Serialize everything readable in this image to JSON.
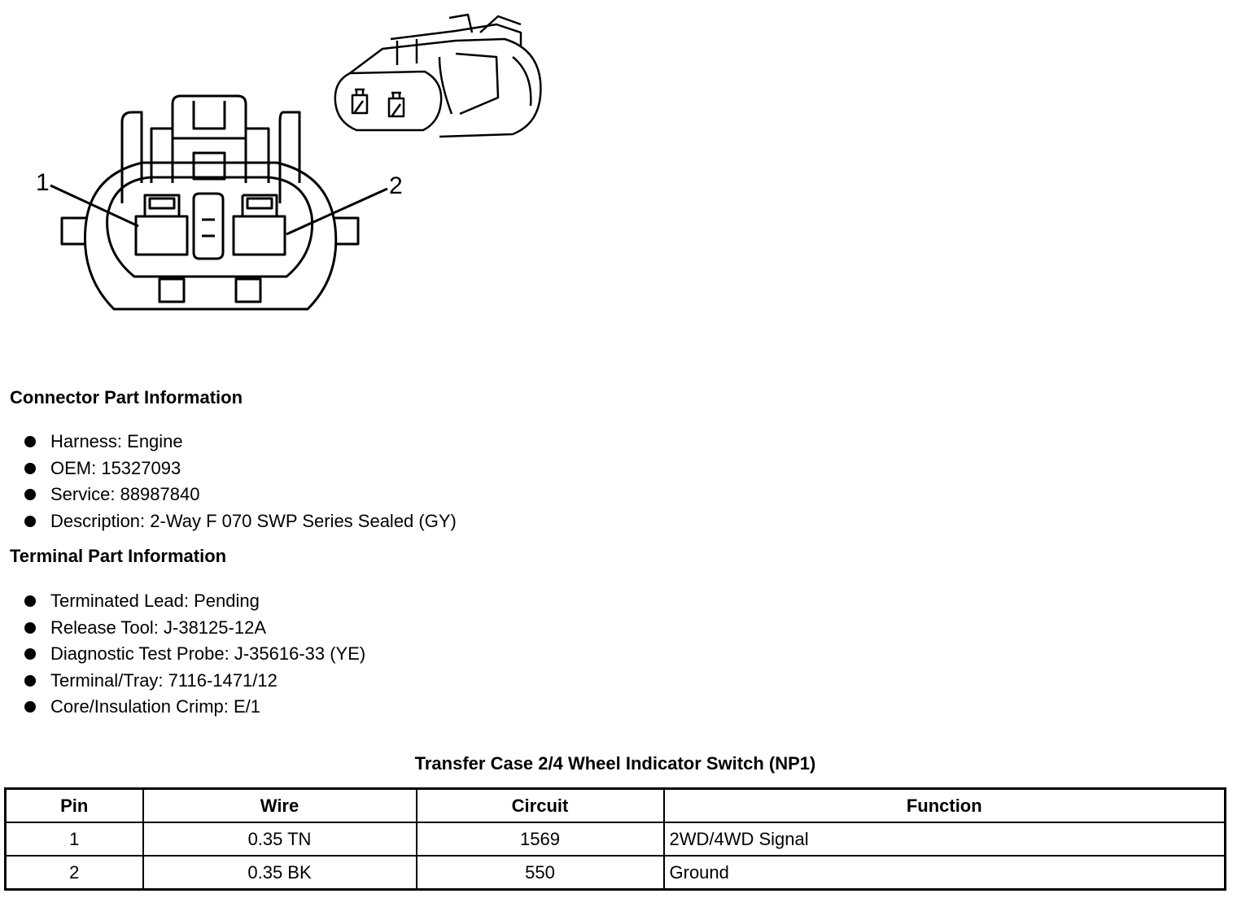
{
  "diagram": {
    "pin_callouts": [
      "1",
      "2"
    ]
  },
  "connector_info": {
    "heading": "Connector Part Information",
    "items": [
      "Harness: Engine",
      "OEM: 15327093",
      "Service: 88987840",
      "Description: 2-Way F 070 SWP Series Sealed (GY)"
    ]
  },
  "terminal_info": {
    "heading": "Terminal Part Information",
    "items": [
      "Terminated Lead: Pending",
      "Release Tool: J-38125-12A",
      "Diagnostic Test Probe: J-35616-33 (YE)",
      "Terminal/Tray: 7116-1471/12",
      "Core/Insulation Crimp: E/1"
    ]
  },
  "pin_table": {
    "title": "Transfer Case 2/4 Wheel Indicator Switch (NP1)",
    "headers": [
      "Pin",
      "Wire",
      "Circuit",
      "Function"
    ],
    "rows": [
      [
        "1",
        "0.35 TN",
        "1569",
        "2WD/4WD Signal"
      ],
      [
        "2",
        "0.35 BK",
        "550",
        "Ground"
      ]
    ]
  }
}
